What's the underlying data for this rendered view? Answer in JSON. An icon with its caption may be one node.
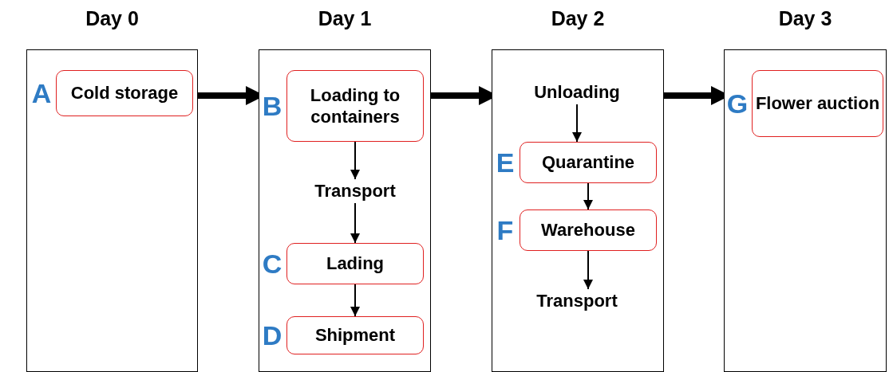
{
  "diagram": {
    "nodes": [
      {
        "text": [
          "Day 0"
        ]
      },
      {
        "text": [
          "Cold storage"
        ],
        "in": 0,
        "beside": [
          "A"
        ]
      },
      {
        "text": [
          "Day 1"
        ]
      },
      {
        "text": [
          "Loading to containers"
        ],
        "in": 2,
        "beside": [
          "B"
        ]
      },
      {
        "text": [
          "Transport"
        ],
        "in": 2
      },
      {
        "text": [
          "Lading"
        ],
        "in": 2,
        "beside": [
          "C"
        ]
      },
      {
        "text": [
          "Shipment"
        ],
        "in": 2,
        "beside": [
          "D"
        ]
      },
      {
        "text": [
          "Day 2"
        ]
      },
      {
        "text": [
          "Unloading"
        ],
        "in": 7
      },
      {
        "text": [
          "Quarantine"
        ],
        "in": 7,
        "beside": [
          "E"
        ]
      },
      {
        "text": [
          "Warehouse"
        ],
        "in": 7,
        "beside": [
          "F"
        ]
      },
      {
        "text": [
          "Transport"
        ],
        "in": 7
      },
      {
        "text": [
          "Day 3"
        ]
      },
      {
        "text": [
          "Flower auction"
        ],
        "in": 12,
        "beside": [
          "G"
        ]
      }
    ],
    "edges": [
      {
        "from": 0,
        "to": 2,
        "arrow": "to",
        "style": "thick"
      },
      {
        "from": 2,
        "to": 7,
        "arrow": "to",
        "style": "thick"
      },
      {
        "from": 7,
        "to": 12,
        "arrow": "to",
        "style": "thick"
      },
      {
        "from": 3,
        "to": 4,
        "arrow": "to"
      },
      {
        "from": 4,
        "to": 5,
        "arrow": "to"
      },
      {
        "from": 5,
        "to": 6,
        "arrow": "to"
      },
      {
        "from": 8,
        "to": 9,
        "arrow": "to"
      },
      {
        "from": 9,
        "to": 10,
        "arrow": "to"
      },
      {
        "from": 10,
        "to": 11,
        "arrow": "to"
      }
    ]
  }
}
